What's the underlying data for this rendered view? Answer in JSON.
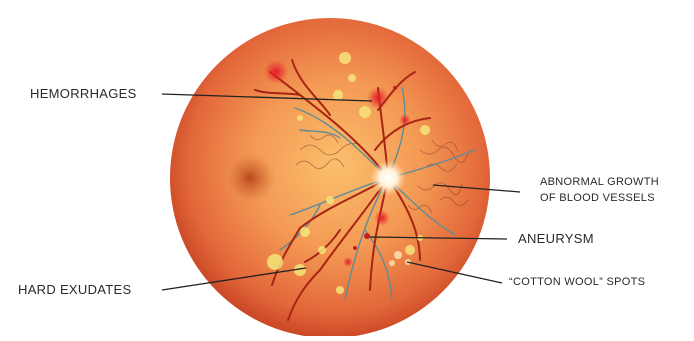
{
  "diagram": {
    "labels": {
      "hemorrhages": "HEMORRHAGES",
      "hard_exudates": "HARD EXUDATES",
      "abnormal_growth_line1": "ABNORMAL GROWTH",
      "abnormal_growth_line2": "OF BLOOD VESSELS",
      "aneurysm": "ANEURYSM",
      "cotton_wool": "“COTTON WOOL” SPOTS"
    },
    "colors": {
      "retina_center": "#f7a35a",
      "retina_edge": "#c9401f",
      "vessel": "#a82414",
      "vein": "#6a8a92",
      "exudate": "#f5e67a",
      "hemorrhage": "#e0282a",
      "leader_line": "#222222"
    }
  }
}
